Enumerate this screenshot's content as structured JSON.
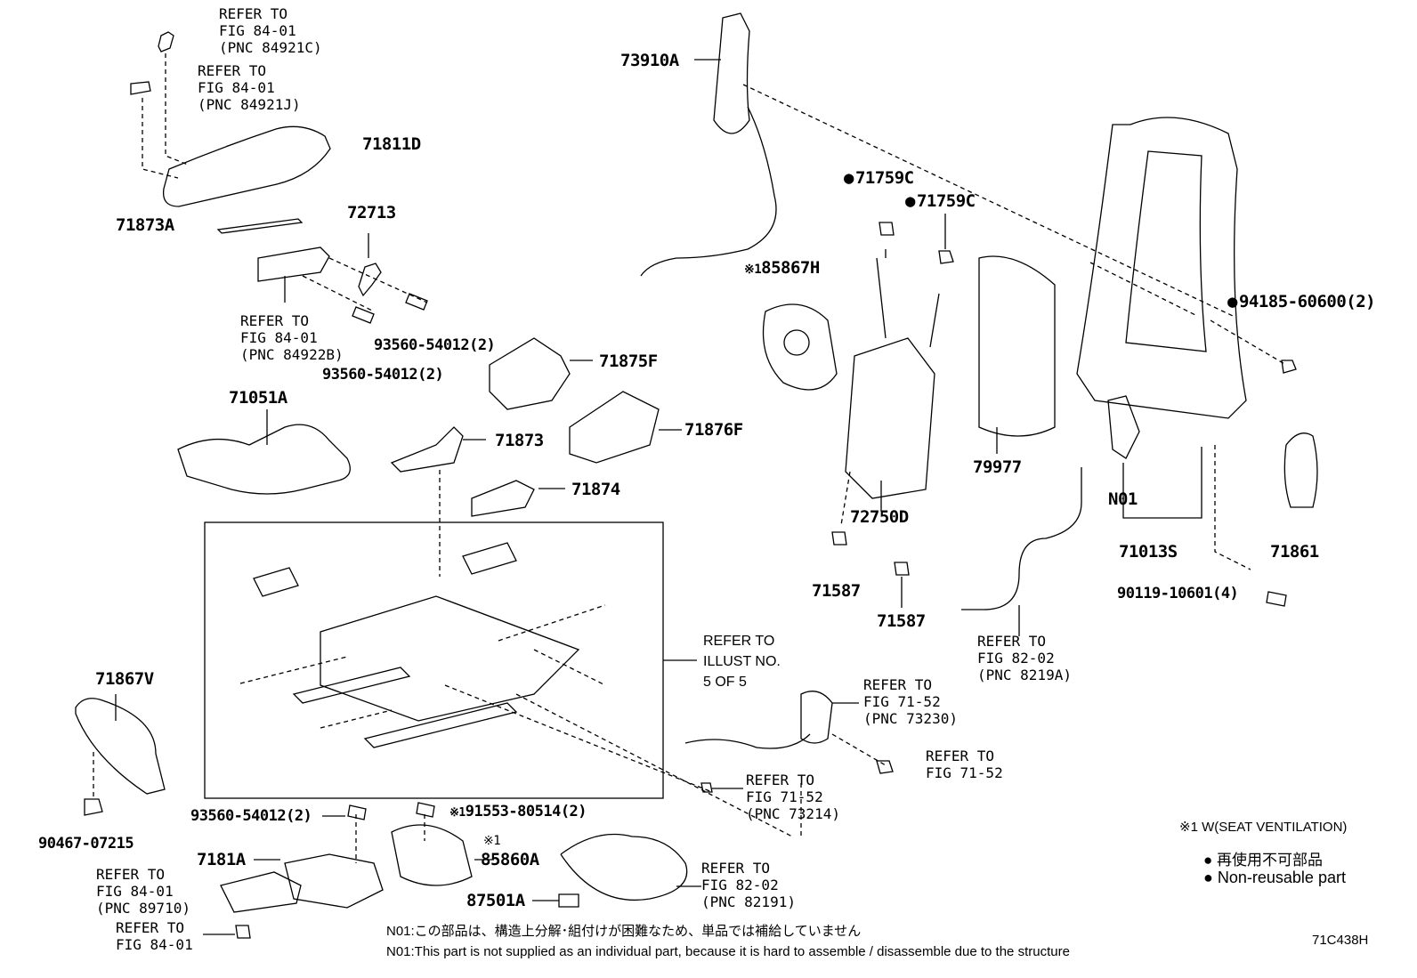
{
  "diagram_id": "71C438H",
  "parts": [
    {
      "pnc": "73910A"
    },
    {
      "pnc": "71811D"
    },
    {
      "pnc": "71873A"
    },
    {
      "pnc": "72713"
    },
    {
      "pnc": "71051A"
    },
    {
      "pnc": "71875F"
    },
    {
      "pnc": "71876F"
    },
    {
      "pnc": "71873"
    },
    {
      "pnc": "71874"
    },
    {
      "pnc": "71759C",
      "non_reusable": true
    },
    {
      "pnc": "71759C",
      "non_reusable": true
    },
    {
      "pnc": "85867H",
      "note_ref": "※1"
    },
    {
      "pnc": "72750D"
    },
    {
      "pnc": "79977"
    },
    {
      "pnc": "71587"
    },
    {
      "pnc": "71587"
    },
    {
      "pnc": "94185-60600(2)",
      "non_reusable": true
    },
    {
      "pnc": "N01"
    },
    {
      "pnc": "71013S"
    },
    {
      "pnc": "71861"
    },
    {
      "pnc": "90119-10601(4)"
    },
    {
      "pnc": "71867V"
    },
    {
      "pnc": "90467-07215"
    },
    {
      "pnc": "93560-54012(2)"
    },
    {
      "pnc": "93560-54012(2)"
    },
    {
      "pnc": "93560-54012(2)"
    },
    {
      "pnc": "91553-80514(2)",
      "note_ref": "※1"
    },
    {
      "pnc": "7181A"
    },
    {
      "pnc": "85860A",
      "note_ref": "※1"
    },
    {
      "pnc": "87501A"
    }
  ],
  "refs": {
    "r84921c": "REFER TO\nFIG 84-01\n(PNC 84921C)",
    "r84921j": "REFER TO\nFIG 84-01\n(PNC 84921J)",
    "r84922b": "REFER TO\nFIG 84-01\n(PNC 84922B)",
    "r_illust": "REFER TO\nILLUST NO.\n5 OF 5",
    "r73230": "REFER TO\nFIG 71-52\n(PNC 73230)",
    "r7152": "REFER TO\nFIG 71-52",
    "r73214": "REFER TO\nFIG 71-52\n(PNC 73214)",
    "r8219a": "REFER TO\nFIG 82-02\n(PNC 8219A)",
    "r82191": "REFER TO\nFIG 82-02\n(PNC 82191)",
    "r89710": "REFER TO\nFIG 84-01\n(PNC 89710)",
    "r8401": "REFER TO\nFIG 84-01"
  },
  "notes": {
    "star1_mark": "※1",
    "star1_desc": "※1 W(SEAT VENTILATION)",
    "non_reusable_jp": "再使用不可部品",
    "non_reusable_en": "Non-reusable part",
    "n01_jp": "N01:この部品は、構造上分解･組付けが困難なため、単品では補給していません",
    "n01_en": "N01:This part is not supplied as an individual part, because it is hard to assemble / disassemble due to the structure"
  },
  "icons": {
    "bullet": "filled-circle-icon",
    "note_mark": "reference-mark-icon"
  }
}
